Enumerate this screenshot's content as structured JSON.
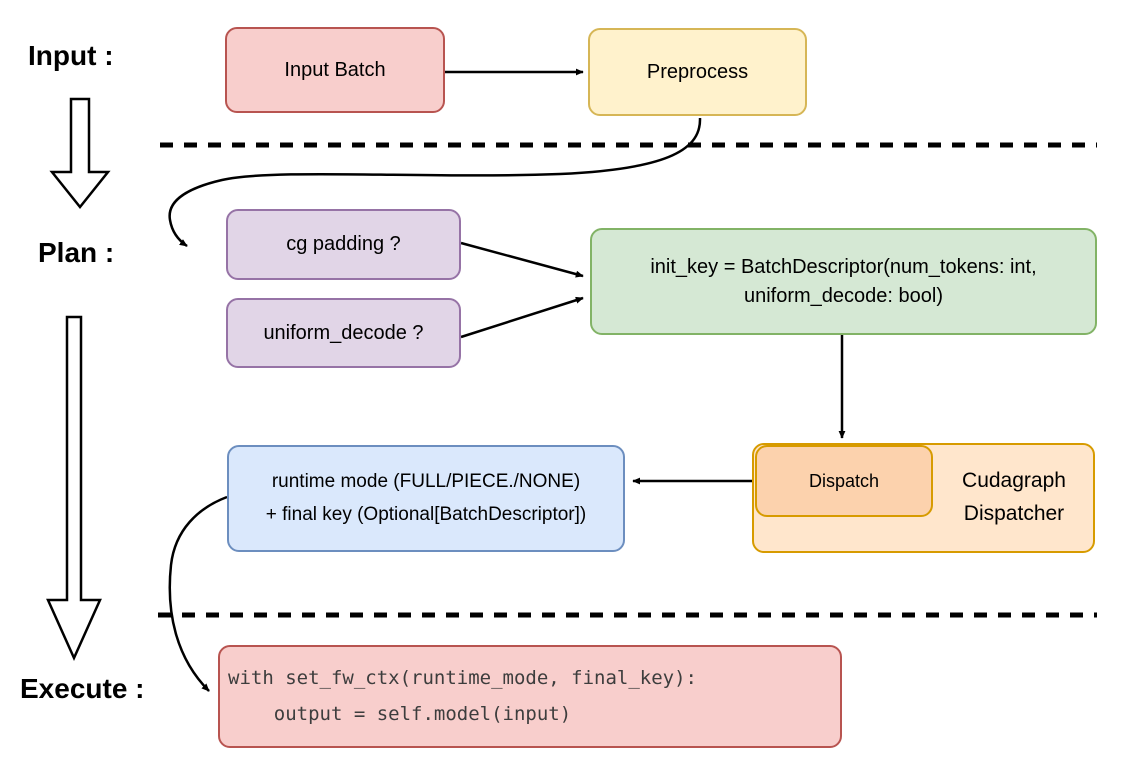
{
  "labels": {
    "input": "Input :",
    "plan": "Plan :",
    "execute": "Execute :"
  },
  "nodes": {
    "input_batch": {
      "label": "Input Batch"
    },
    "preprocess": {
      "label": "Preprocess"
    },
    "cg_padding": {
      "label": "cg padding ?"
    },
    "uniform_decode": {
      "label": "uniform_decode ?"
    },
    "init_key": {
      "line1": "init_key = BatchDescriptor(num_tokens: int,",
      "line2": "uniform_decode: bool)"
    },
    "dispatch": {
      "label": "Dispatch"
    },
    "cudagraph_dispatcher": {
      "line1": "Cudagraph",
      "line2": "Dispatcher"
    },
    "runtime_mode": {
      "line1": "runtime mode (FULL/PIECE./NONE)",
      "line2": "+ final key (Optional[BatchDescriptor])"
    },
    "execute_code": {
      "line1": "with set_fw_ctx(runtime_mode, final_key):",
      "line2": "    output = self.model(input)"
    }
  },
  "colors": {
    "red_fill": "#f8cecc",
    "red_stroke": "#b85450",
    "yellow_fill": "#fff2cc",
    "yellow_stroke": "#d6b656",
    "purple_fill": "#e1d5e7",
    "purple_stroke": "#9673a6",
    "green_fill": "#d5e8d4",
    "green_stroke": "#82b366",
    "blue_fill": "#dae8fc",
    "blue_stroke": "#6c8ebf",
    "orange_outer_fill": "#ffe6cc",
    "orange_inner_fill": "#fcd2ad",
    "orange_stroke": "#d79b00",
    "arrow_color": "#000000",
    "code_text_color": "#3d3d3d",
    "background": "#ffffff"
  }
}
